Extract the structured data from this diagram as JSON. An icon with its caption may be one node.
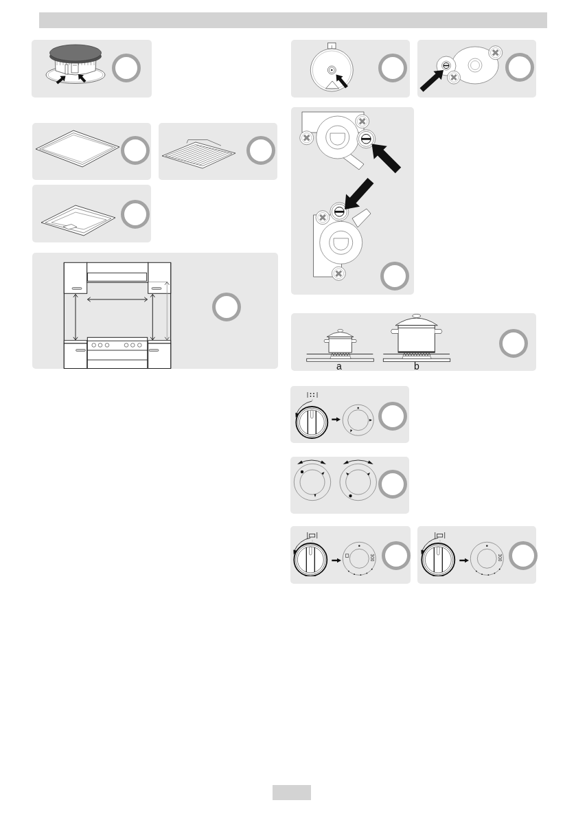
{
  "diagram": {
    "labels": [
      "a",
      "b",
      "300",
      "300"
    ]
  }
}
